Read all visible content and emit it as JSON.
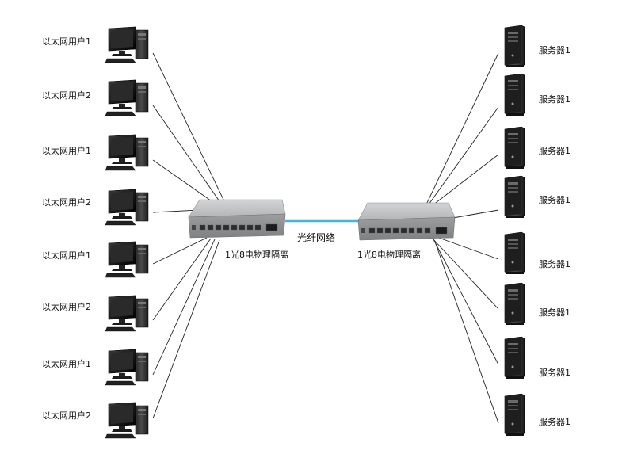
{
  "clients": [
    {
      "label": "以太网用户1"
    },
    {
      "label": "以太网用户2"
    },
    {
      "label": "以太网用户1"
    },
    {
      "label": "以太网用户2"
    },
    {
      "label": "以太网用户1"
    },
    {
      "label": "以太网用户2"
    },
    {
      "label": "以太网用户1"
    },
    {
      "label": "以太网用户2"
    }
  ],
  "servers": [
    {
      "label": "服务器1"
    },
    {
      "label": "服务器1"
    },
    {
      "label": "服务器1"
    },
    {
      "label": "服务器1"
    },
    {
      "label": "服务器1"
    },
    {
      "label": "服务器1"
    },
    {
      "label": "服务器1"
    },
    {
      "label": "服务器1"
    }
  ],
  "switch_left": {
    "label": "1光8电物理隔离"
  },
  "switch_right": {
    "label": "1光8电物理隔离"
  },
  "fiber": {
    "label": "光纤网络",
    "color": "#3fb6e6"
  },
  "colors": {
    "line": "#222222",
    "device_body": "#a9abad",
    "device_top": "#c9cbcd",
    "computer": "#1b1b1b"
  }
}
